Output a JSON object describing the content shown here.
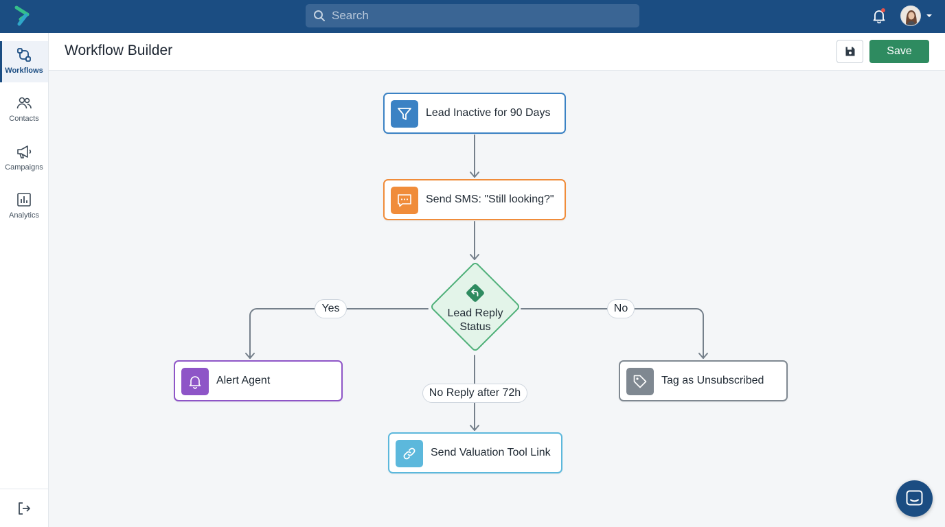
{
  "topbar": {
    "search_placeholder": "Search",
    "logo_icon": "brand-s-logo",
    "notification_icon": "bell-icon",
    "notification_unread": true
  },
  "sidebar": {
    "items": [
      {
        "label": "Workflows",
        "icon": "workflow-icon",
        "active": true
      },
      {
        "label": "Contacts",
        "icon": "users-icon",
        "active": false
      },
      {
        "label": "Campaigns",
        "icon": "megaphone-icon",
        "active": false
      },
      {
        "label": "Analytics",
        "icon": "bar-chart-icon",
        "active": false
      }
    ],
    "logout_icon": "logout-icon"
  },
  "header": {
    "title": "Workflow Builder",
    "save_label": "Save"
  },
  "workflow": {
    "trigger": {
      "label": "Lead Inactive for 90 Days",
      "icon": "filter-icon",
      "color": "#3b82c4"
    },
    "sms": {
      "label": "Send SMS: \"Still looking?\"",
      "icon": "message-icon",
      "color": "#f08c3a"
    },
    "decision": {
      "label_line1": "Lead Reply",
      "label_line2": "Status",
      "icon": "reply-diamond-icon",
      "color": "#4fb079"
    },
    "branches": {
      "yes_label": "Yes",
      "no_label": "No",
      "timeout_label": "No Reply after 72h"
    },
    "alert": {
      "label": "Alert Agent",
      "icon": "bell-icon",
      "color": "#8e55c7"
    },
    "tag": {
      "label": "Tag as Unsubscribed",
      "icon": "tag-icon",
      "color": "#7f8891"
    },
    "valuation": {
      "label": "Send Valuation Tool Link",
      "icon": "link-icon",
      "color": "#5cb8dc"
    }
  },
  "chat_widget_icon": "chat-icon",
  "colors": {
    "topbar": "#1b4d82",
    "primary_button": "#2e8b60",
    "canvas": "#f4f6f8"
  }
}
